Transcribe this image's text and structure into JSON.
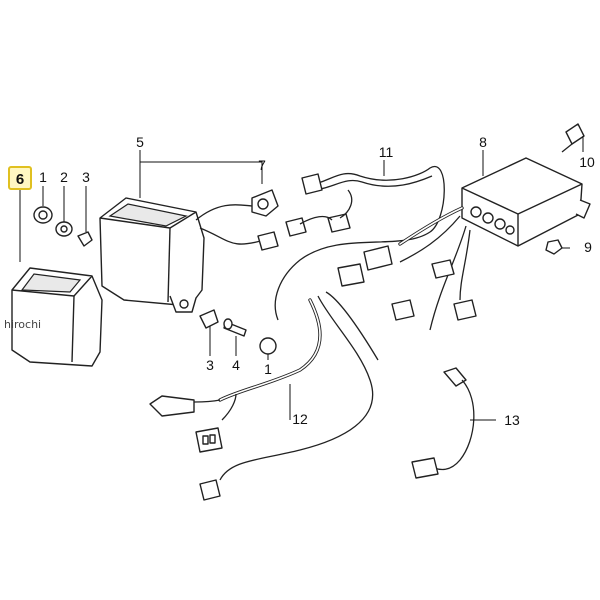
{
  "watermark": "hirochi",
  "callouts": [
    {
      "id": "6",
      "label": "6",
      "highlighted": true
    },
    {
      "id": "1a",
      "label": "1"
    },
    {
      "id": "2",
      "label": "2"
    },
    {
      "id": "3a",
      "label": "3"
    },
    {
      "id": "5",
      "label": "5"
    },
    {
      "id": "7",
      "label": "7"
    },
    {
      "id": "11",
      "label": "11"
    },
    {
      "id": "8",
      "label": "8"
    },
    {
      "id": "10",
      "label": "10"
    },
    {
      "id": "9",
      "label": "9"
    },
    {
      "id": "3b",
      "label": "3"
    },
    {
      "id": "4",
      "label": "4"
    },
    {
      "id": "1b",
      "label": "1"
    },
    {
      "id": "12",
      "label": "12"
    },
    {
      "id": "13",
      "label": "13"
    }
  ],
  "colors": {
    "highlight_border": "#e0c020",
    "highlight_fill": "#fff7c2",
    "line": "#222222"
  }
}
